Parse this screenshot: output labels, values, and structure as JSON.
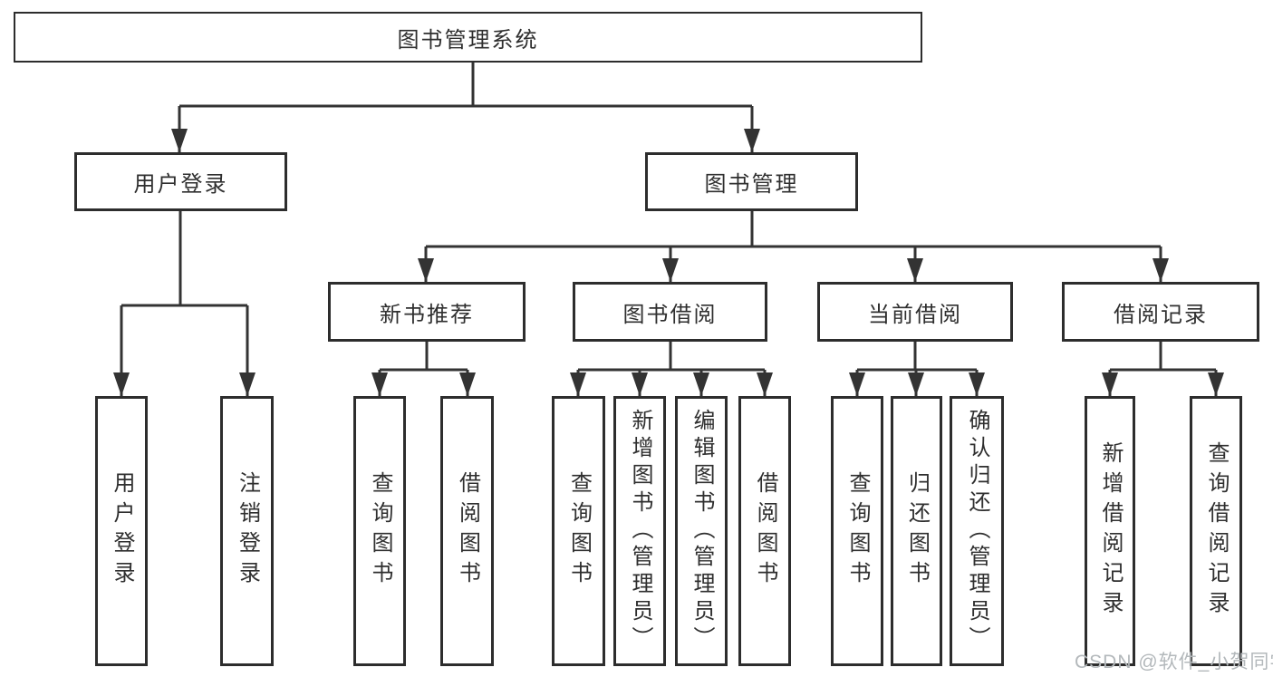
{
  "diagram": {
    "title": "图书管理系统",
    "root": {
      "label": "图书管理系统"
    },
    "branches": [
      {
        "label": "用户登录",
        "children": [
          "用户登录",
          "注销登录"
        ]
      },
      {
        "label": "图书管理",
        "groups": [
          {
            "label": "新书推荐",
            "children": [
              "查询图书",
              "借阅图书"
            ]
          },
          {
            "label": "图书借阅",
            "children": [
              "查询图书",
              "新增图书（管理员）",
              "编辑图书（管理员）",
              "借阅图书"
            ]
          },
          {
            "label": "当前借阅",
            "children": [
              "查询图书",
              "归还图书",
              "确认归还（管理员）"
            ]
          },
          {
            "label": "借阅记录",
            "children": [
              "新增借阅记录",
              "查询借阅记录"
            ]
          }
        ]
      }
    ]
  },
  "watermark": {
    "text": "CSDN @软件_小贺同学"
  },
  "colors": {
    "line": "#333333",
    "box_border": "#2d2d2d",
    "text": "#2f2f2f",
    "background": "#ffffff",
    "watermark": "#b3b8bb"
  }
}
